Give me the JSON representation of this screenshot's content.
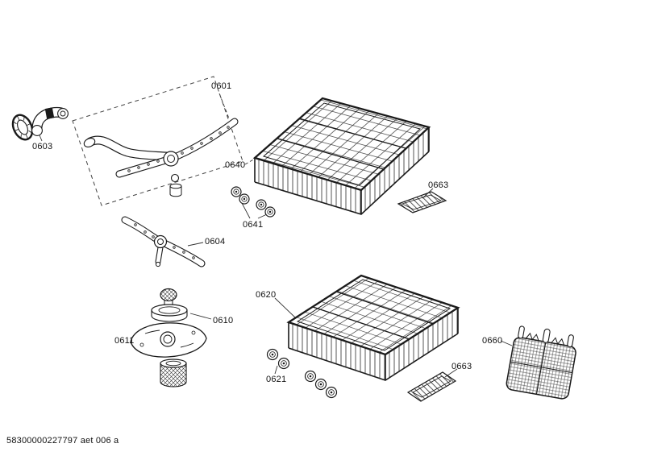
{
  "document": {
    "footer_code": "58300000227797 aet 006 a"
  },
  "part_labels": {
    "p0601": "0601",
    "p0603": "0603",
    "p0604": "0604",
    "p0610": "0610",
    "p0611": "0611",
    "p0620": "0620",
    "p0621": "0621",
    "p0640": "0640",
    "p0641": "0641",
    "p0660": "0660",
    "p0663_upper": "0663",
    "p0663_lower": "0663"
  }
}
